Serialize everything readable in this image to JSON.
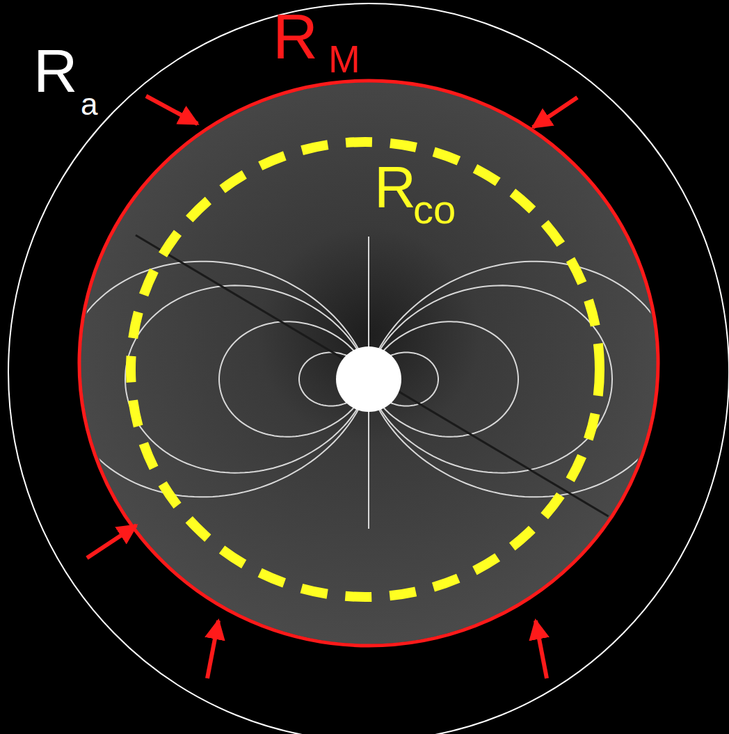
{
  "diagram": {
    "labels": [
      "R",
      "a",
      "R",
      "M",
      "R",
      "co"
    ]
  }
}
